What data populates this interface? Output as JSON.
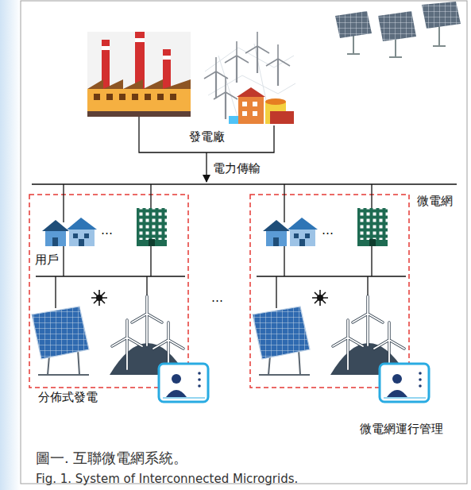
{
  "diagram": {
    "caption": "圖一. 互聯微電網系統。",
    "labels": [
      "發電廠",
      "電力傳輸",
      "微電網",
      "…",
      "用戶",
      "…",
      "…",
      "分佈式發電",
      "微電網運行管理",
      "Fig. 1. System of Interconnected Microgrids."
    ]
  }
}
